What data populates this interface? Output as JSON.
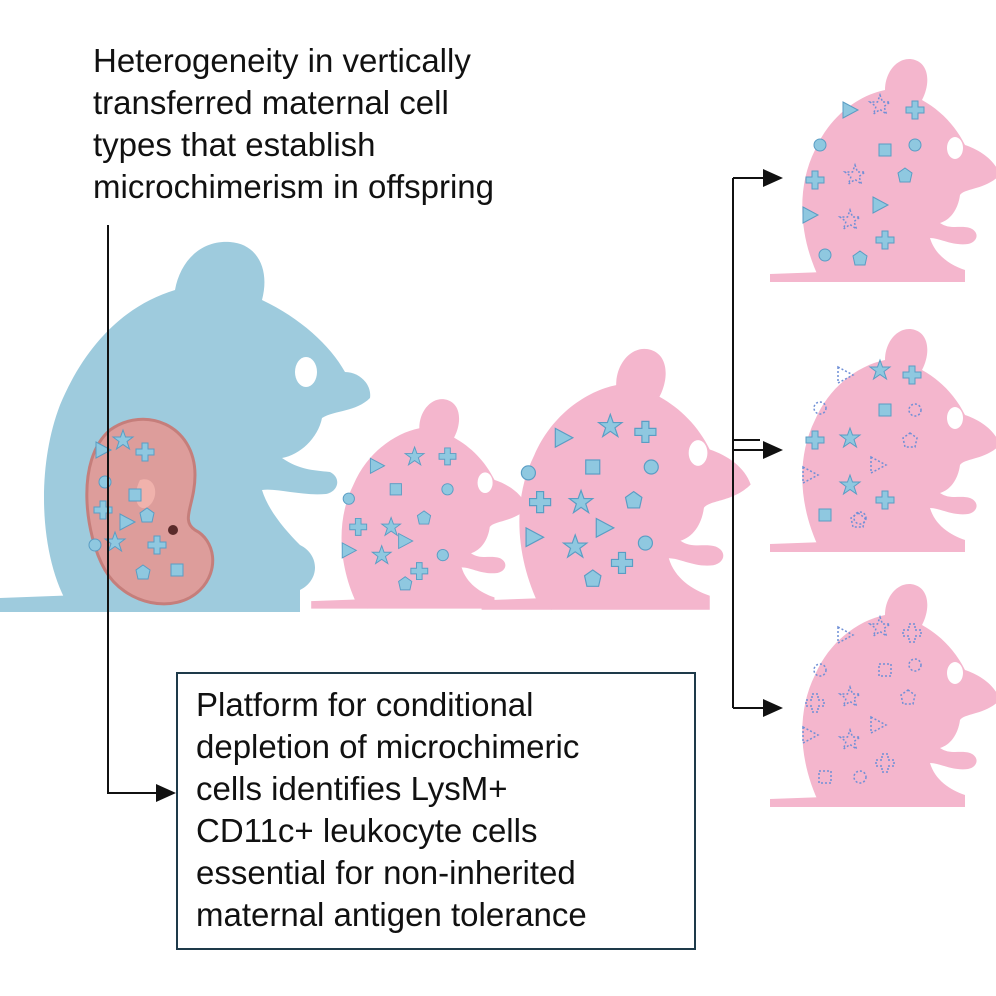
{
  "headline": {
    "lines": [
      "Heterogeneity in vertically",
      "transferred maternal cell",
      "types that establish",
      "microchimerism in offspring"
    ]
  },
  "conclusion": {
    "lines": [
      "Platform for conditional",
      "depletion of microchimeric",
      "cells identifies LysM+",
      "CD11c+ leukocyte cells",
      "essential for non-inherited",
      "maternal antigen tolerance"
    ]
  },
  "colors": {
    "mother": "#9ecbdd",
    "offspring": "#f4b6cd",
    "cell": "#8fc8e0",
    "cell_outline": "#5a9dc4",
    "depleted_cell": "#6f8fd6",
    "embryo": "#e39a96",
    "arrow": "#111111",
    "box_border": "#1e3a4a"
  },
  "legend": {
    "mother": "mother-mouse",
    "embryo": "embryo-icon",
    "offspring_groups": [
      "all-cell-types",
      "partial-depletion",
      "full-depletion"
    ]
  }
}
